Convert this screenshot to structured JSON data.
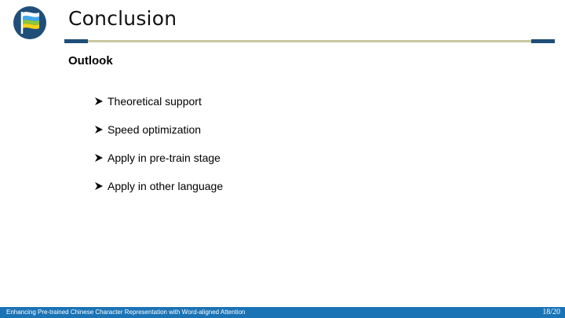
{
  "slide": {
    "title": "Conclusion",
    "section_heading": "Outlook",
    "bullets": [
      "Theoretical support",
      "Speed optimization",
      "Apply in pre-train stage",
      "Apply in other language"
    ]
  },
  "footer": {
    "text": "Enhancing Pre-trained Chinese Character Representation with Word-aligned Attention",
    "page_indicator": "18/20"
  },
  "icons": {
    "logo": "flag-logo-icon",
    "bullet": "arrow-right-bullet-icon"
  },
  "colors": {
    "footer_bar": "#1a73b5",
    "title_rule_ends": "#1f4e79",
    "title_rule_middle": "#c9c8a1",
    "logo_circle": "#1f4e79"
  }
}
